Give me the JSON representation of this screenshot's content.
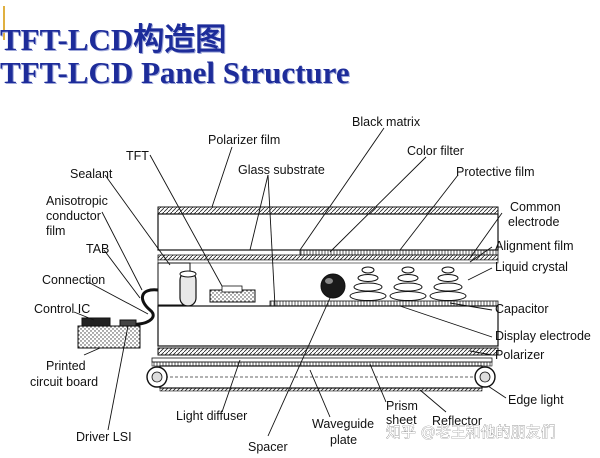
{
  "title_cn": "TFT-LCD构造图",
  "title_en": "TFT-LCD Panel Structure",
  "labels": {
    "polarizer_film": "Polarizer film",
    "black_matrix": "Black matrix",
    "tft": "TFT",
    "sealant": "Sealant",
    "color_filter": "Color filter",
    "glass_substrate": "Glass substrate",
    "protective_film": "Protective film",
    "anisotropic_1": "Anisotropic",
    "anisotropic_2": "conductor",
    "anisotropic_3": "film",
    "common_electrode_1": "Common",
    "common_electrode_2": "electrode",
    "tab": "TAB",
    "alignment_film": "Alignment film",
    "liquid_crystal": "Liquid crystal",
    "connection": "Connection",
    "control_ic": "Control IC",
    "capacitor": "Capacitor",
    "display_electrode": "Display electrode",
    "pcb_1": "Printed",
    "pcb_2": "circuit board",
    "polarizer": "Polarizer",
    "edge_light": "Edge light",
    "light_diffuser": "Light diffuser",
    "prism_sheet_1": "Prism",
    "prism_sheet_2": "sheet",
    "reflector": "Reflector",
    "waveguide_plate_1": "Waveguide",
    "waveguide_plate_2": "plate",
    "driver_lsi": "Driver LSI",
    "spacer": "Spacer"
  },
  "watermark": "知乎 @老王和他的朋友们",
  "colors": {
    "title": "#1d2c9a",
    "line": "#111111"
  }
}
